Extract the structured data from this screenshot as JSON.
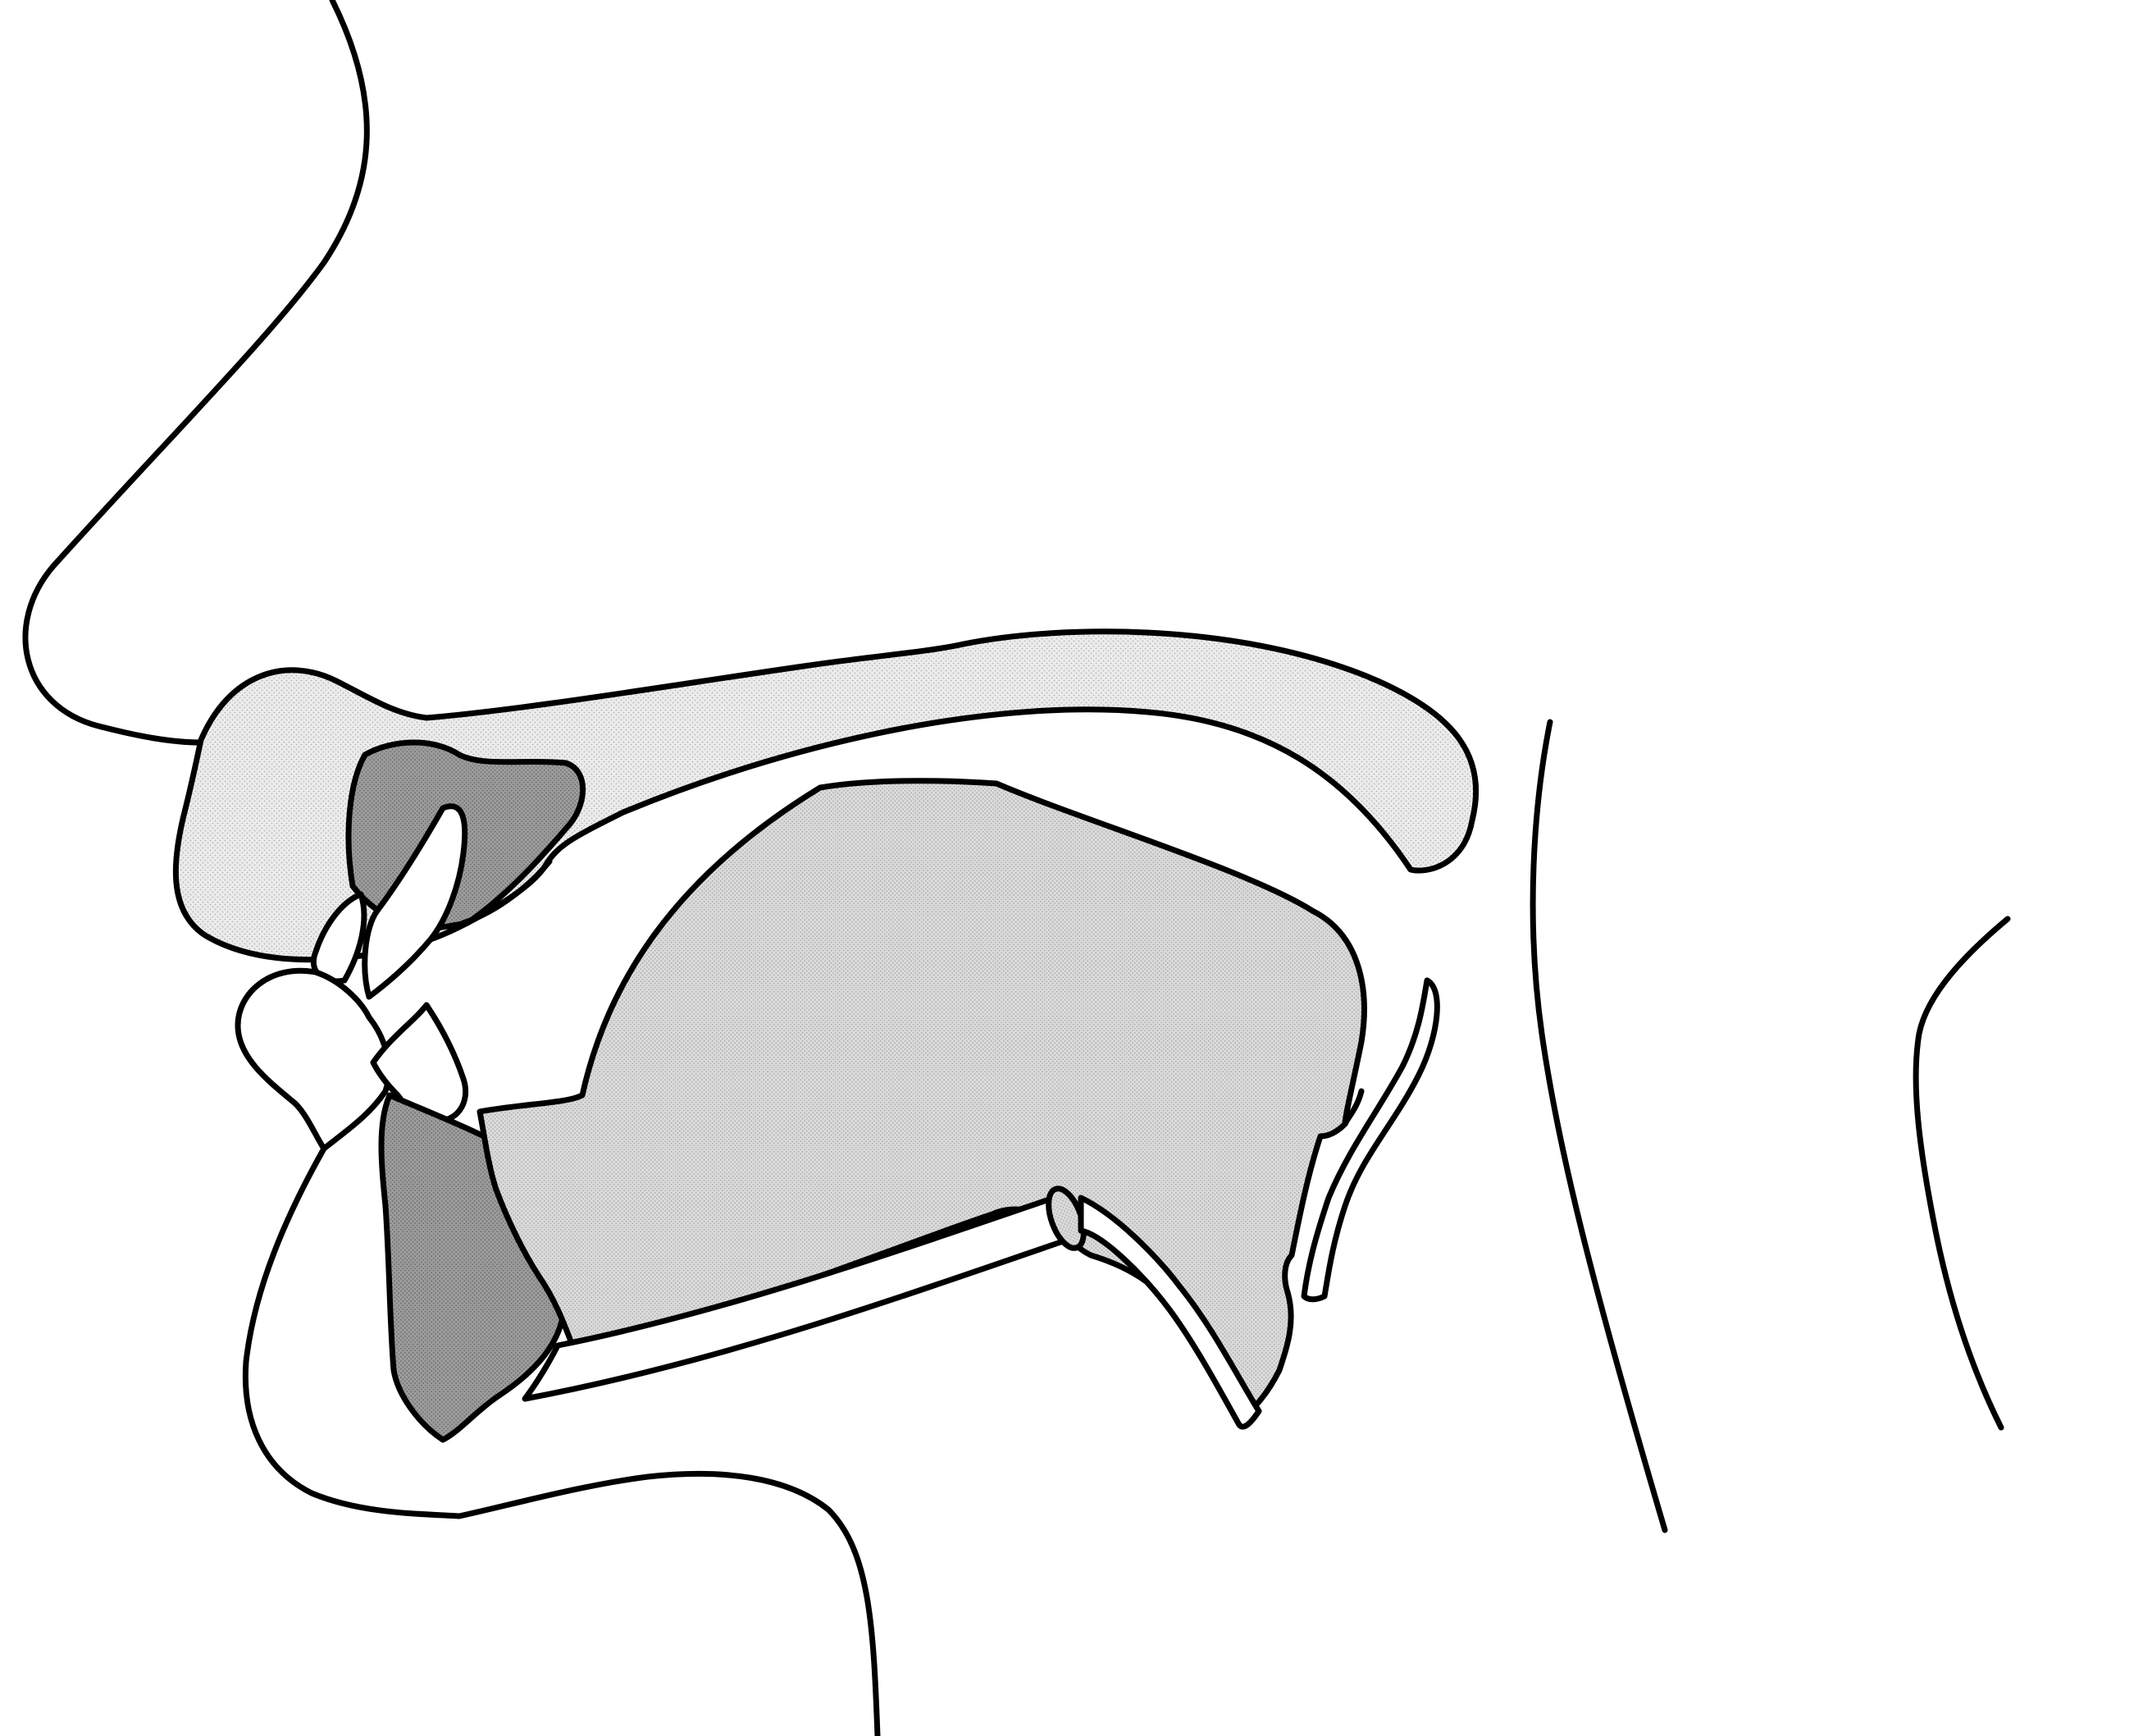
{
  "diagram": {
    "type": "sagittal section of the human vocal tract",
    "labels": [],
    "colors": {
      "background": "#ffffff",
      "outline": "#000000",
      "light_stipple": "#e3e3e3",
      "tongue_fill": "#d6d6d6",
      "lip_dark": "#9a9a9a",
      "tooth": "#ffffff"
    },
    "parts": [
      "nose-profile",
      "upper-lip",
      "lower-lip",
      "chin-profile",
      "upper-incisor",
      "lower-incisor",
      "hard-palate",
      "velum",
      "alveolar-ridge",
      "tongue",
      "hyoid",
      "epiglottis",
      "pharynx-wall",
      "larynx-front",
      "neck-back"
    ]
  }
}
